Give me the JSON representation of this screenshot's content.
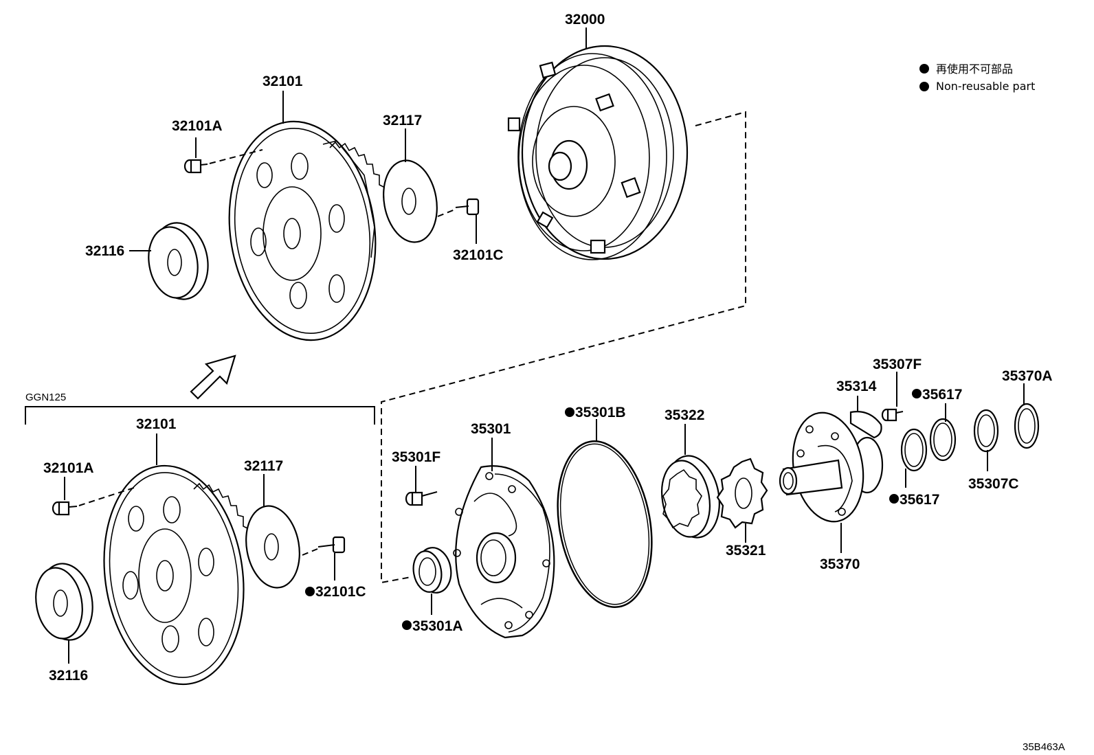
{
  "legend": {
    "japanese": "再使用不可部品",
    "english": "Non-reusable part",
    "marker": "●"
  },
  "group_label": "GGN125",
  "diagram_code": "35B463A",
  "labels": {
    "torque_converter": "32000",
    "upper_drive_plate": "32101",
    "upper_bolt_a": "32101A",
    "upper_spacer": "32116",
    "upper_plate_32117": "32117",
    "upper_bolt_c": "32101C",
    "lower_drive_plate": "32101",
    "lower_bolt_a": "32101A",
    "lower_spacer": "32116",
    "lower_plate_32117": "32117",
    "lower_bolt_c": "32101C",
    "pump_bolt_f": "35301F",
    "oil_seal": "35301A",
    "oil_pump_body": "35301",
    "o_ring": "35301B",
    "driven_gear": "35322",
    "drive_gear": "35321",
    "stator_shaft": "35370",
    "plate_35314": "35314",
    "bolt_35307f": "35307F",
    "seal_ring_1": "35617",
    "seal_ring_2": "35617",
    "washer_35307c": "35307C",
    "bearing_35370a": "35370A"
  }
}
